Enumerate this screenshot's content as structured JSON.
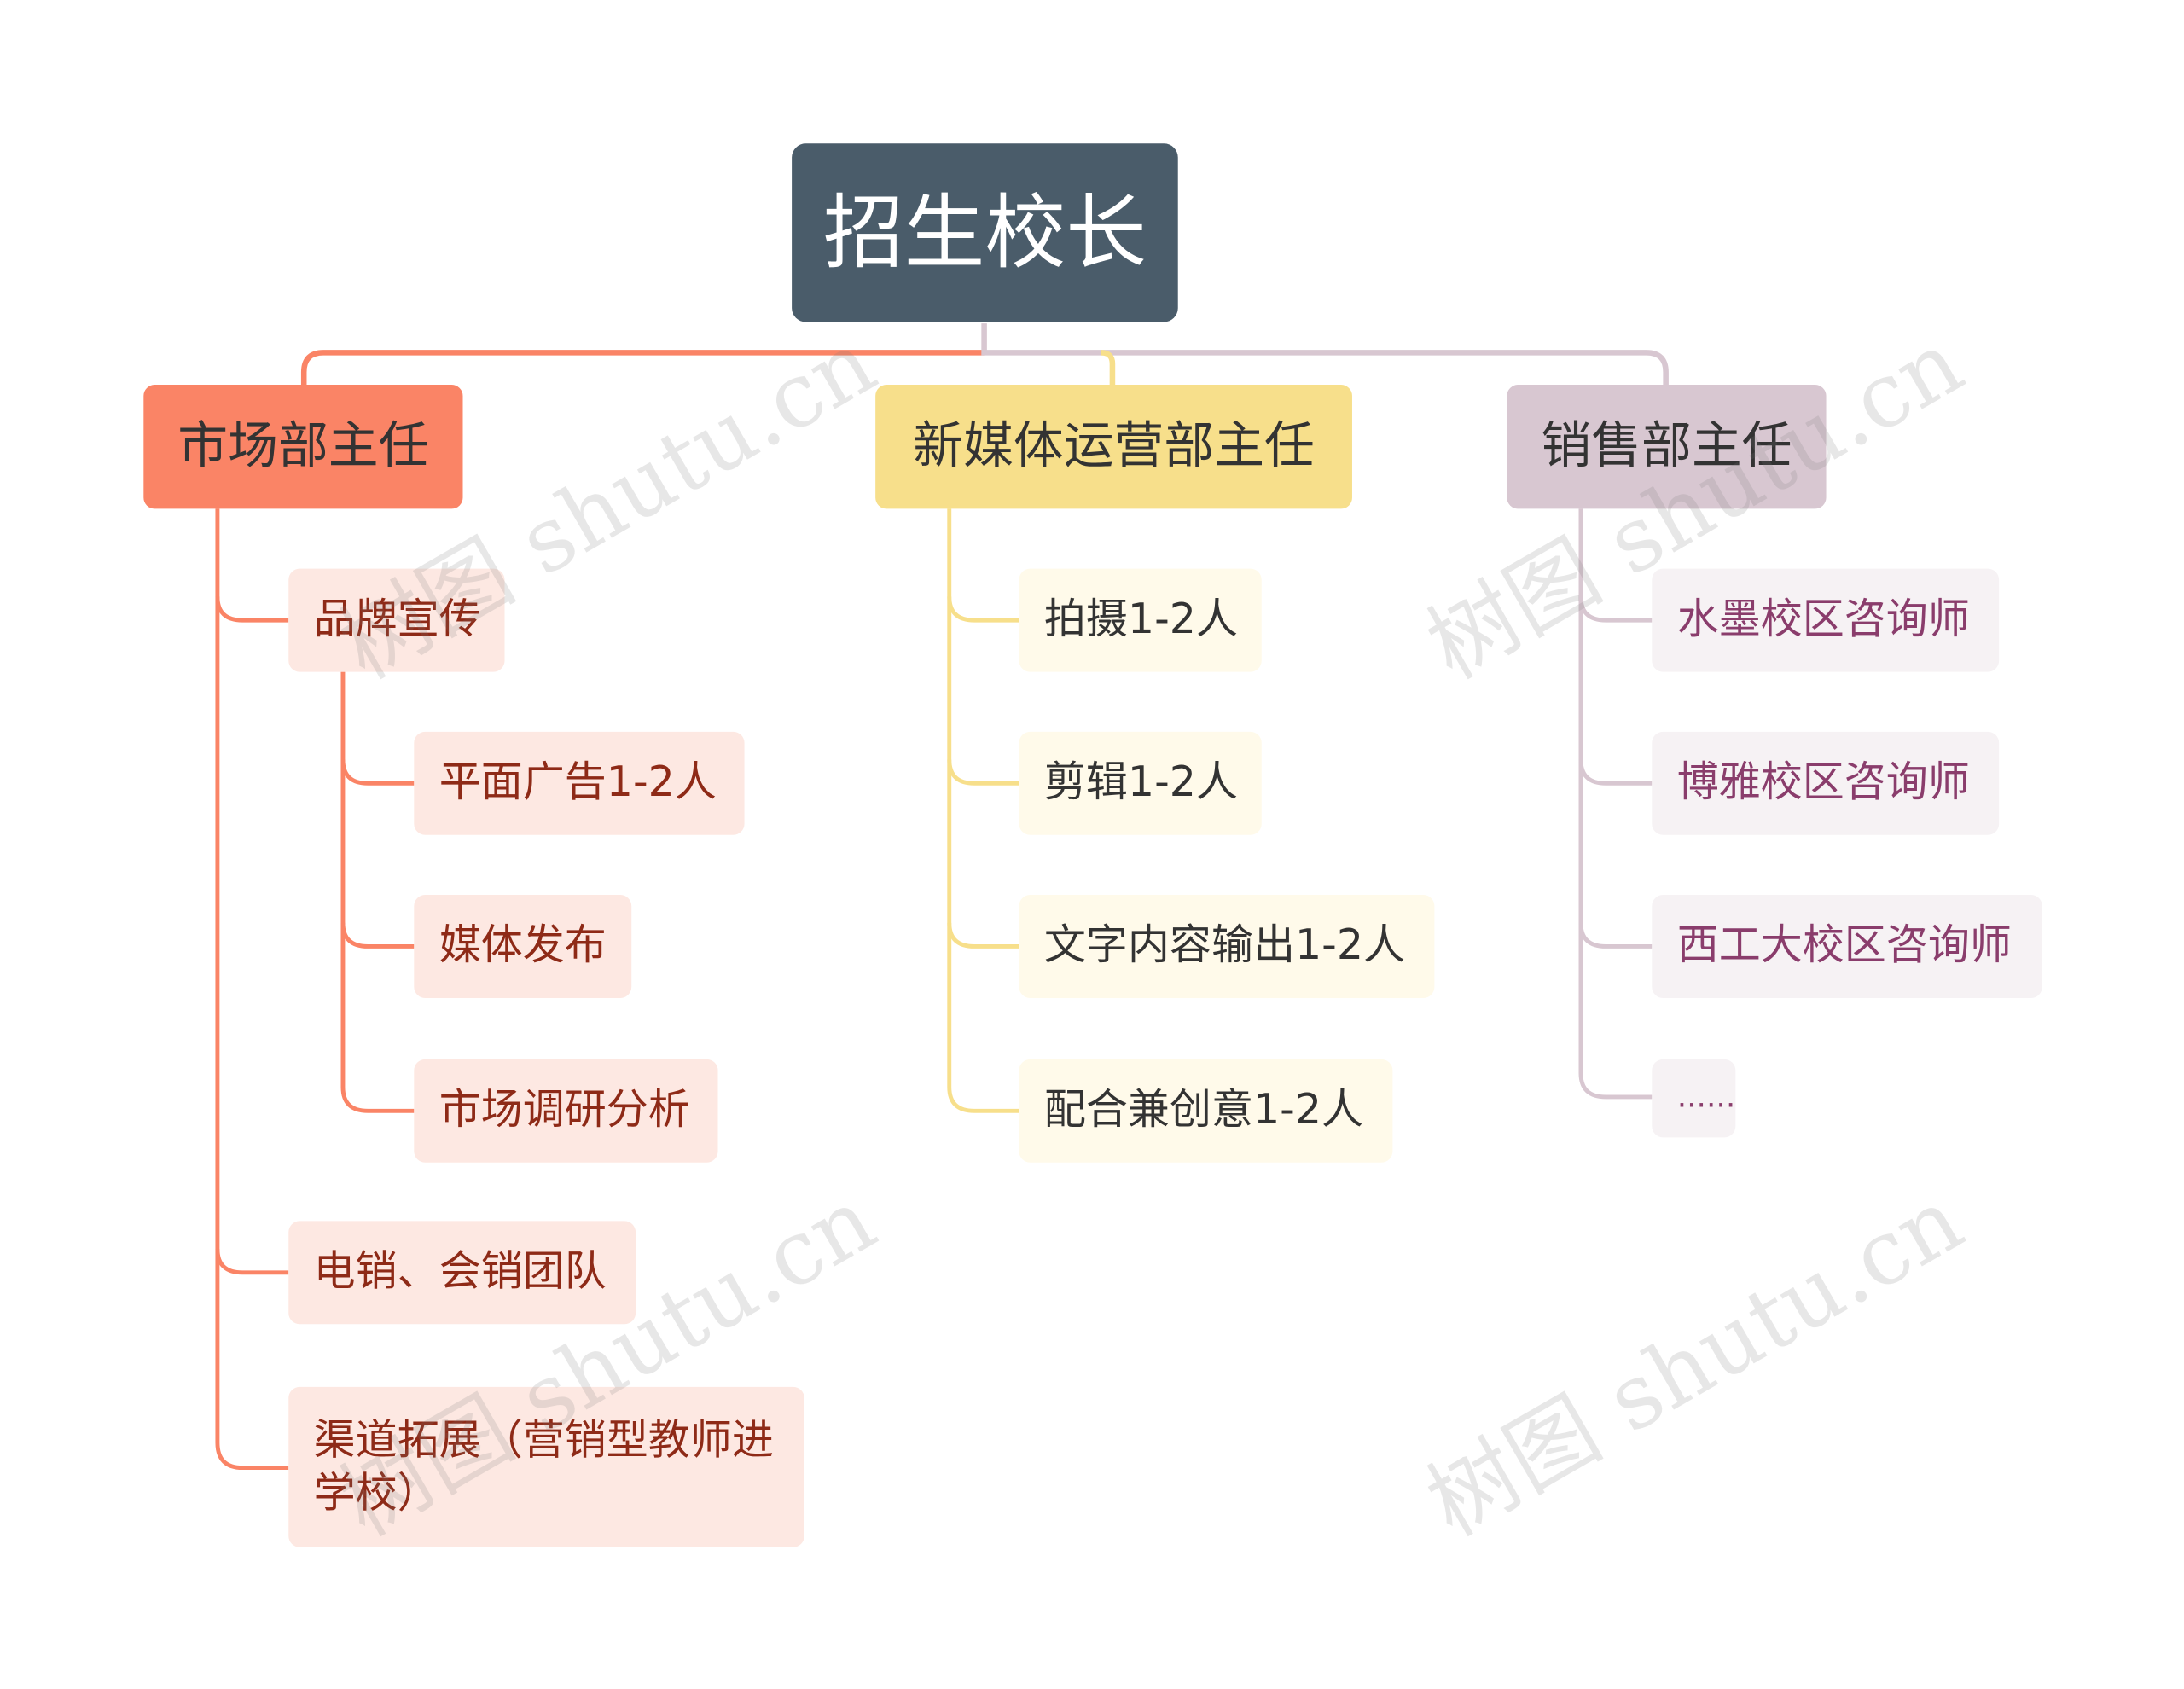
{
  "root": {
    "label": "招生校长"
  },
  "branches": [
    {
      "label": "市场部主任",
      "color": "#fa8466",
      "children": [
        {
          "label": "品牌宣传",
          "children": [
            "平面广告1-2人",
            "媒体发布",
            "市场调研分析"
          ]
        },
        {
          "label": "电销、会销团队"
        },
        {
          "label": "渠道拓展（营销型教师进学校）"
        }
      ]
    },
    {
      "label": "新媒体运营部主任",
      "color": "#f7df8b",
      "children": [
        "拍摄1-2人",
        "剪辑1-2人",
        "文字内容输出1-2人",
        "配合兼创意1-2人"
      ]
    },
    {
      "label": "销售部主任",
      "color": "#d8c7d1",
      "children": [
        "水墨校区咨询师",
        "博雅校区咨询师",
        "西工大校区咨询师",
        "......"
      ]
    }
  ],
  "watermark": {
    "text": "树图 shutu.cn"
  }
}
